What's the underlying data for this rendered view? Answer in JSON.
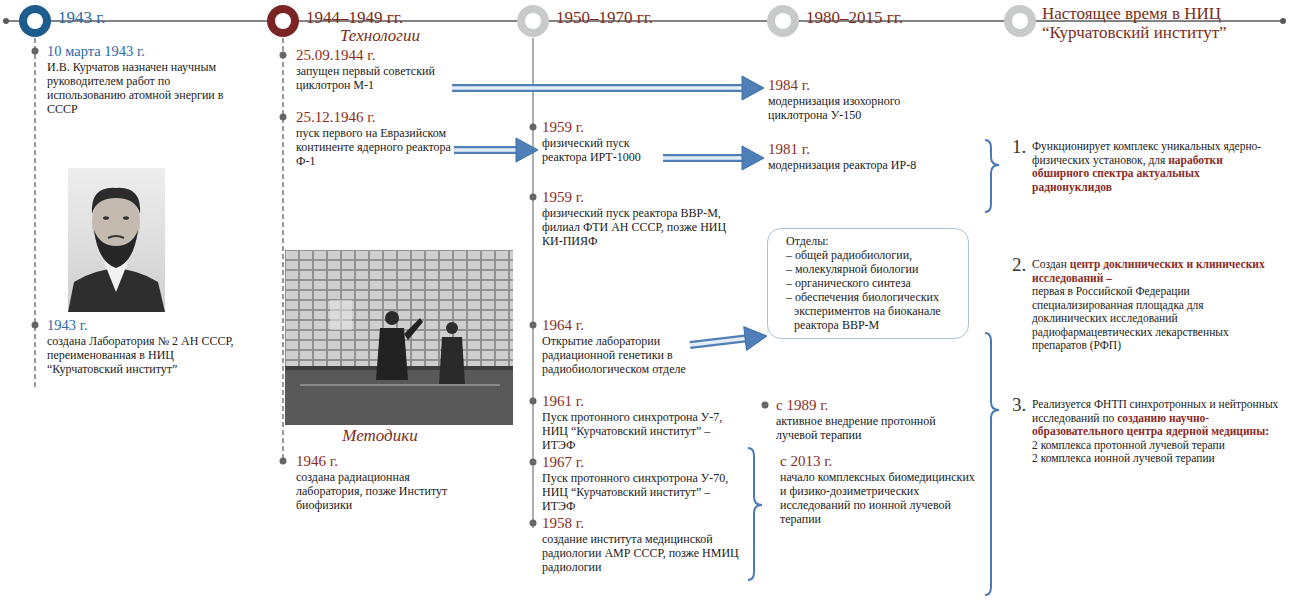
{
  "diagram": {
    "nodes": [
      {
        "text": [
          "10 марта 1943 г.",
          "И.В. Курчатов назначен научным руководителем работ по использованию атомной энергии в СССР"
        ]
      },
      {
        "text": [
          "1943 г.",
          "создана Лаборатория № 2 АН СССР, переименованная в НИЦ “Курчатовский институт”"
        ]
      },
      {
        "text": [
          "25.09.1944 г.",
          "запущен первый советский циклотрон М-1"
        ]
      },
      {
        "text": [
          "25.12.1946 г.",
          "пуск первого на Евразийском континенте ядерного реактора Ф-1"
        ]
      },
      {
        "text": [
          "1946 г.",
          "создана радиационная лаборатория, позже Институт биофизики"
        ]
      },
      {
        "text": [
          "1959 г.",
          "физический пуск реактора ИРТ-1000"
        ]
      },
      {
        "text": [
          "1959 г.",
          "физический пуск реактора ВВР-М, филиал ФТИ АН СССР, позже НИЦ КИ-ПИЯФ"
        ]
      },
      {
        "text": [
          "1964 г.",
          "Открытие лаборатории радиационной генетики в радиобиологическом отделе"
        ]
      },
      {
        "text": [
          "1961 г.",
          "Пуск протонного синхротрона У-7, НИЦ “Курчатовский институт” – ИТЭФ"
        ]
      },
      {
        "text": [
          "1967 г.",
          "Пуск протонного синхротрона У-70, НИЦ “Курчатовский институт” – ИТЭФ"
        ]
      },
      {
        "text": [
          "1958 г.",
          "создание института медицинской радиологии АМР СССР, позже НМИЦ радиологии"
        ]
      },
      {
        "text": [
          "1984 г.",
          "модернизация изохорного циклотрона У-150"
        ]
      },
      {
        "text": [
          "1981 г.",
          "модернизация реактора ИР-8"
        ]
      },
      {
        "text": [
          "Отделы:",
          "– общей радиобиологии,",
          "– молекулярной биологии",
          "– органического синтеза",
          "– обеспечения биологических экспериментов на биоканале реактора ВВР-М"
        ]
      },
      {
        "text": [
          "с 1989 г.",
          "активное внедрение протонной лучевой терапии"
        ]
      },
      {
        "text": [
          "с 2013 г.",
          "начало комплексных биомедицинских и физико-дозиметрических исследований по ионной лучевой терапии"
        ]
      },
      {
        "text": [
          "1.",
          "Функционирует комплекс уникальных ядерно-физических установок, для",
          "наработки обширного спектра актуальных радионуклидов"
        ]
      },
      {
        "text": [
          "2.",
          "Создан",
          "центр доклинических и клинических исследований –",
          "первая в Российской Федерации специализированная площадка для доклинических исследований радиофармацевтических лекарственных препаратов (РФП)"
        ]
      },
      {
        "text": [
          "3.",
          "Реализуется ФНТП синхротронных и нейтронных исследований по",
          "созданию научно-образовательного центра ядерной медицины:",
          "2 комплекса протонной лучевой терапи",
          "2 комплекса ионной лучевой терапии"
        ]
      }
    ],
    "edges": [
      {
        "from": 2,
        "to": 11,
        "arrow": "to"
      },
      {
        "from": 3,
        "to": 5,
        "arrow": "to"
      },
      {
        "from": 5,
        "to": 12,
        "arrow": "to"
      },
      {
        "from": 7,
        "to": 13,
        "arrow": "to"
      }
    ],
    "labels": [
      "1943 г.",
      "1944–1949 гг.",
      "1950–1970 гг.",
      "1980–2015 гг.",
      "Настоящее время в НИЦ “Курчатовский институт”",
      "Технологии",
      "Методики"
    ]
  }
}
